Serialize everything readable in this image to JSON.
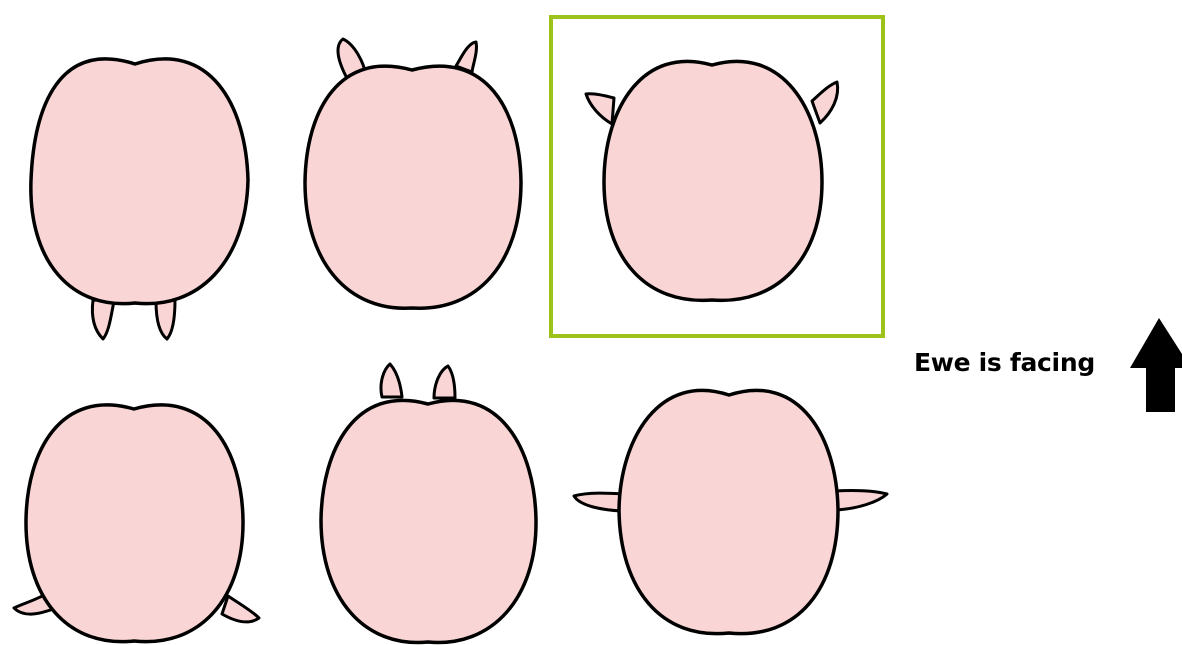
{
  "caption": {
    "text": "Ewe is facing"
  },
  "direction_arrow": {
    "icon": "arrow-up-icon",
    "color": "#000000"
  },
  "colors": {
    "head_fill": "#f9d6d5",
    "outline": "#000000",
    "highlight_border": "#9dc31a"
  },
  "figures": [
    {
      "id": "1",
      "ears": "down-back",
      "selected": false
    },
    {
      "id": "2",
      "ears": "up-forward",
      "selected": false
    },
    {
      "id": "3",
      "ears": "sideways-up",
      "selected": true
    },
    {
      "id": "4",
      "ears": "down-sideways",
      "selected": false
    },
    {
      "id": "5",
      "ears": "straight-up",
      "selected": false
    },
    {
      "id": "6",
      "ears": "horizontal",
      "selected": false
    }
  ]
}
